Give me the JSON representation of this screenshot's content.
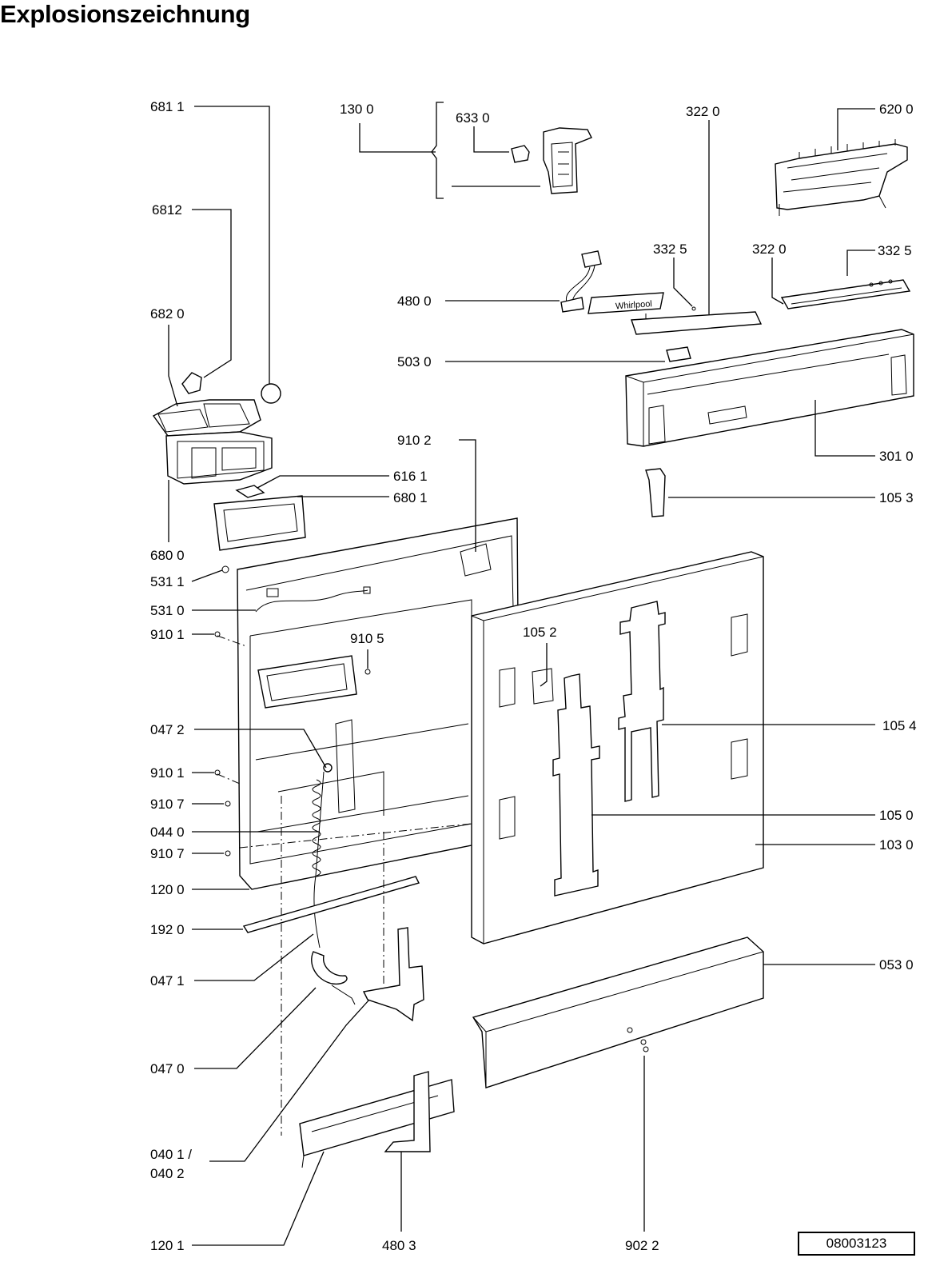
{
  "title": "Explosionszeichnung",
  "doc_number": "08003123",
  "brand_label": "Whirlpool",
  "labels": {
    "l6811": "681 1",
    "l1300": "130 0",
    "l6330": "633 0",
    "l3220a": "322 0",
    "l6200": "620 0",
    "l6812": "6812",
    "l3325a": "332 5",
    "l3220b": "322  0",
    "l3325b": "332  5",
    "l6820": "682 0",
    "l4800": "480 0",
    "l5030": "503  0",
    "l9102": "910 2",
    "l3010": "301 0",
    "l6161": "616 1",
    "l6801": "680 1",
    "l1053": "105 3",
    "l6800": "680 0",
    "l5311": "531 1",
    "l5310": "531 0",
    "l9101a": "910 1",
    "l9105": "910 5",
    "l1052": "105 2",
    "l0472": "047 2",
    "l1054": "105 4",
    "l9101b": "910 1",
    "l9107a": "910 7",
    "l0440": "044 0",
    "l1050": "105 0",
    "l9107b": "910 7",
    "l1030": "103 0",
    "l1200": "120 0",
    "l1920": "192 0",
    "l0530": "053 0",
    "l0471": "047 1",
    "l0470": "047 0",
    "l0401": "040 1 /",
    "l0402": "040 2",
    "l1201": "120 1",
    "l4803": "480 3",
    "l9022": "902 2"
  }
}
